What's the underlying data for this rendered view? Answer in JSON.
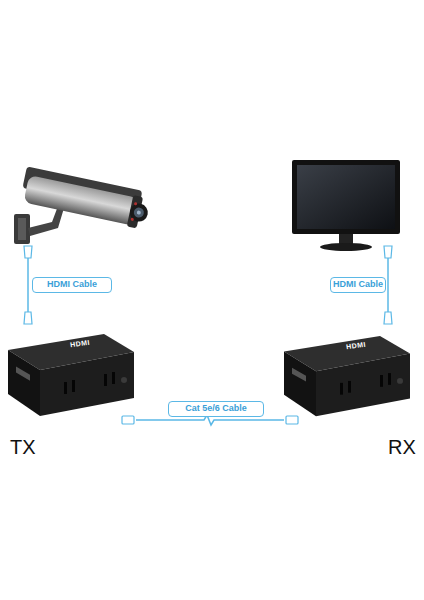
{
  "diagram": {
    "nodes": [
      {
        "text": [
          "HDMI",
          "TX"
        ]
      },
      {
        "text": [
          "HDMI",
          "RX"
        ]
      }
    ],
    "edges": [
      {
        "from": 0,
        "to": 1,
        "label": "Cat 5e/6 Cable",
        "arrow": "none"
      }
    ],
    "labels": [
      "HDMI Cable",
      "HDMI Cable"
    ]
  }
}
